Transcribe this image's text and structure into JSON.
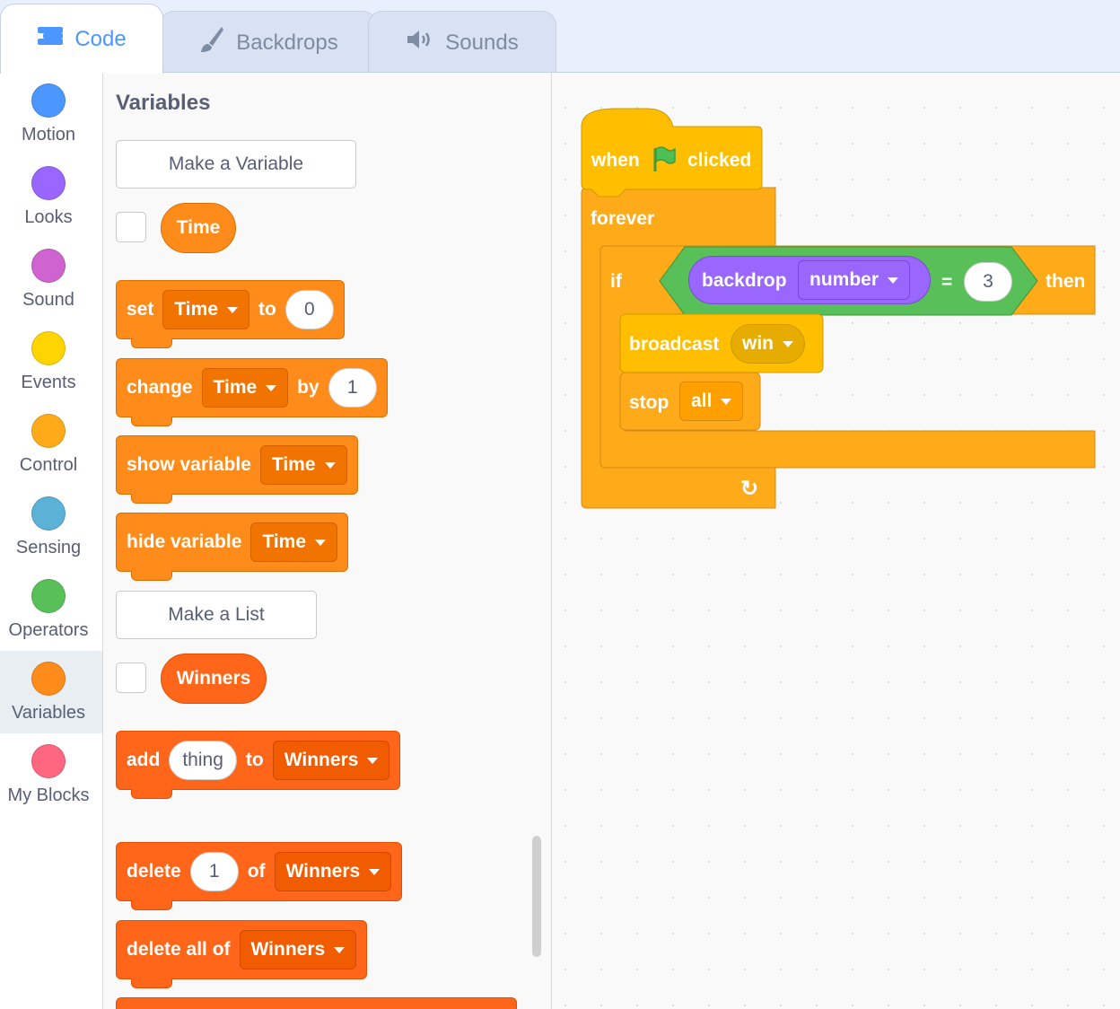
{
  "tabs": [
    {
      "label": "Code",
      "icon": "code-icon",
      "active": true
    },
    {
      "label": "Backdrops",
      "icon": "paintbrush-icon",
      "active": false
    },
    {
      "label": "Sounds",
      "icon": "speaker-icon",
      "active": false
    }
  ],
  "categories": [
    {
      "label": "Motion",
      "color": "#4c97ff"
    },
    {
      "label": "Looks",
      "color": "#9966ff"
    },
    {
      "label": "Sound",
      "color": "#cf63cf"
    },
    {
      "label": "Events",
      "color": "#ffd500"
    },
    {
      "label": "Control",
      "color": "#ffab19"
    },
    {
      "label": "Sensing",
      "color": "#5cb1d6"
    },
    {
      "label": "Operators",
      "color": "#59c059"
    },
    {
      "label": "Variables",
      "color": "#ff8c1a",
      "selected": true
    },
    {
      "label": "My Blocks",
      "color": "#ff6680"
    }
  ],
  "palette": {
    "title": "Variables",
    "make_variable": "Make a Variable",
    "variable_name": "Time",
    "set_block": {
      "verb": "set",
      "var": "Time",
      "to": "to",
      "value": "0"
    },
    "change_block": {
      "verb": "change",
      "var": "Time",
      "by": "by",
      "value": "1"
    },
    "show_block": {
      "verb": "show variable",
      "var": "Time"
    },
    "hide_block": {
      "verb": "hide variable",
      "var": "Time"
    },
    "make_list": "Make a List",
    "list_name": "Winners",
    "add_block": {
      "verb": "add",
      "item": "thing",
      "to": "to",
      "list": "Winners"
    },
    "delete_block": {
      "verb": "delete",
      "index": "1",
      "of": "of",
      "list": "Winners"
    },
    "delete_all_block": {
      "verb": "delete all of",
      "list": "Winners"
    }
  },
  "script": {
    "hat": {
      "when": "when",
      "clicked": "clicked"
    },
    "forever": "forever",
    "if_label": "if",
    "then_label": "then",
    "sensing": {
      "label": "backdrop",
      "option": "number"
    },
    "equals": "=",
    "compare_value": "3",
    "broadcast": {
      "label": "broadcast",
      "message": "win"
    },
    "stop": {
      "label": "stop",
      "option": "all"
    },
    "loop_arrow": "↻"
  },
  "colors": {
    "accent": "#4c97ff",
    "variables": "#ff8c1a",
    "lists": "#ff661a",
    "control": "#ffab19",
    "events": "#ffbf00",
    "operators": "#59c059",
    "looks": "#9966ff"
  }
}
